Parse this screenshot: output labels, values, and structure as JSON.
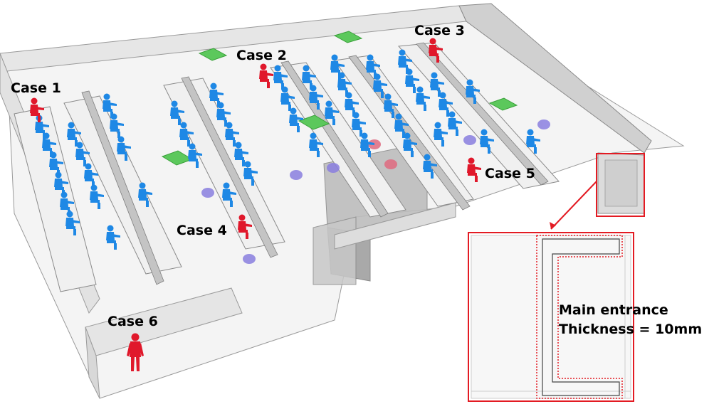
{
  "cases": {
    "case1": "Case 1",
    "case2": "Case 2",
    "case3": "Case 3",
    "case4": "Case 4",
    "case5": "Case 5",
    "case6": "Case 6"
  },
  "inset": {
    "line1": "Main entrance",
    "line2": "Thickness = 10mm"
  },
  "colors": {
    "seated_occupant": "#1e88e5",
    "infected_occupant": "#e0182b",
    "air_supply": "#5cc85c",
    "exhaust_vent": "#8a7fe0",
    "highlight_box": "#e31b23"
  }
}
